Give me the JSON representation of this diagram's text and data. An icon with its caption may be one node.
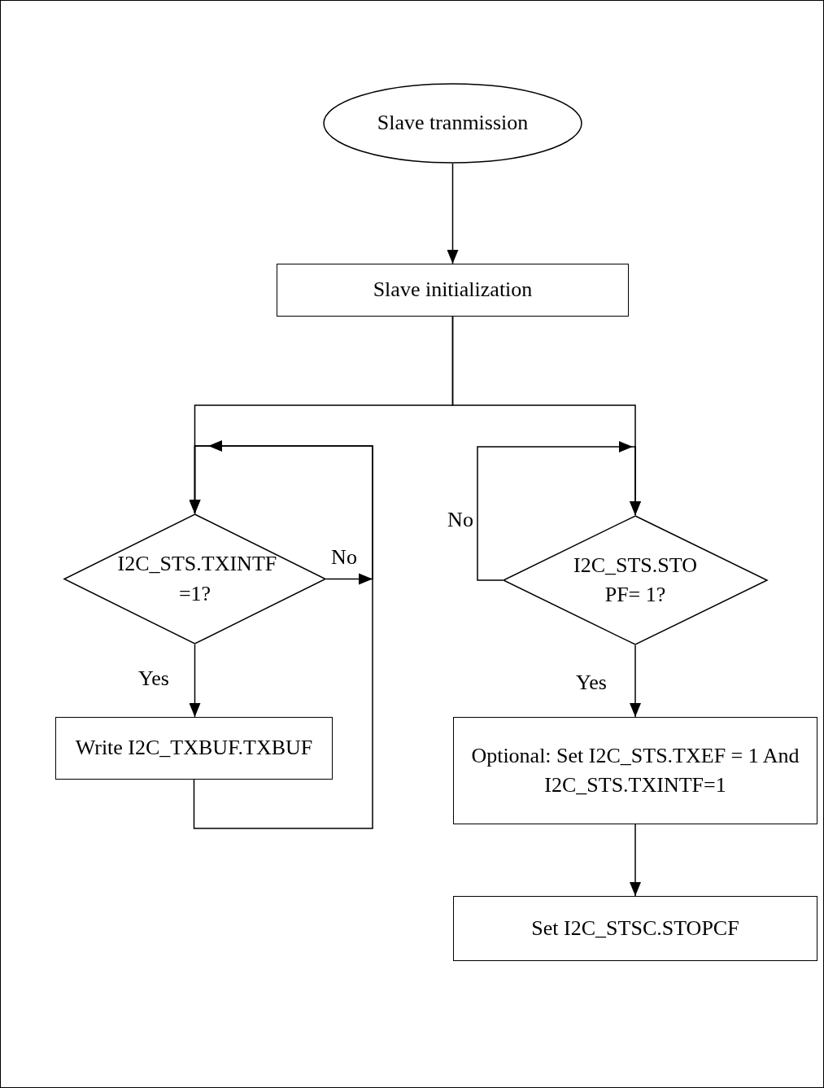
{
  "diagram": {
    "nodes": [
      {
        "text": [
          "Slave tranmission"
        ]
      },
      {
        "text": [
          "Slave initialization"
        ]
      },
      {
        "text": [
          "I2C_STS.TXINTF =1?"
        ]
      },
      {
        "text": [
          "Write I2C_TXBUF.TXBUF"
        ]
      },
      {
        "text": [
          "I2C_STS.STO PF= 1?"
        ]
      },
      {
        "text": [
          "Optional: Set I2C_STS.TXEF = 1 And I2C_STS.TXINTF=1"
        ]
      },
      {
        "text": [
          "Set I2C_STSC.STOPCF"
        ]
      }
    ],
    "edges": [
      {
        "from": 0,
        "to": 1,
        "arrow": "to"
      },
      {
        "from": 1,
        "to": 2,
        "arrow": "to"
      },
      {
        "from": 1,
        "to": 4,
        "arrow": "to"
      },
      {
        "from": 2,
        "to": 3,
        "arrow": "to",
        "label": "Yes"
      },
      {
        "from": 2,
        "to": 2,
        "arrow": "to",
        "label": "No"
      },
      {
        "from": 3,
        "to": 2,
        "arrow": "to"
      },
      {
        "from": 4,
        "to": 4,
        "arrow": "to",
        "label": "No"
      },
      {
        "from": 4,
        "to": 5,
        "arrow": "to",
        "label": "Yes"
      },
      {
        "from": 5,
        "to": 6,
        "arrow": "to"
      }
    ]
  }
}
